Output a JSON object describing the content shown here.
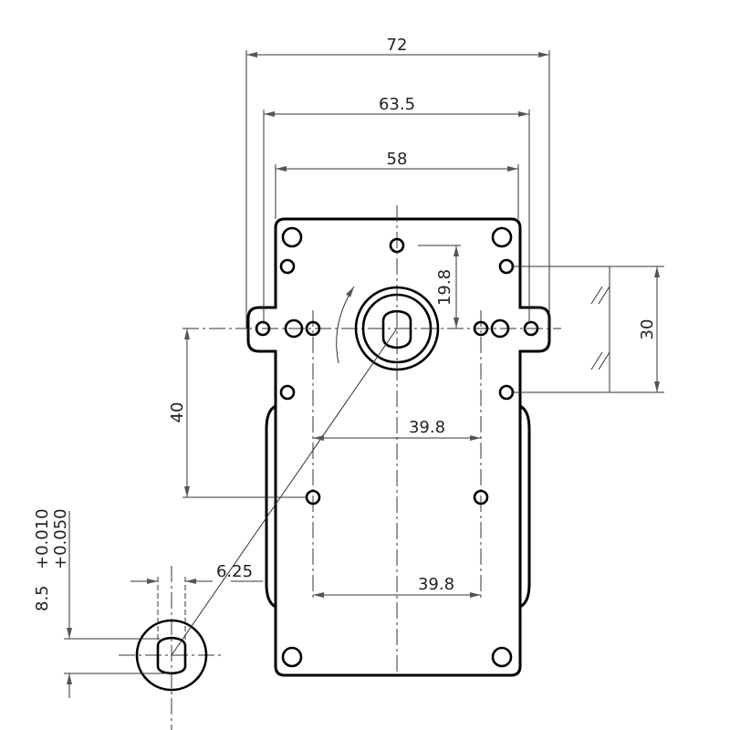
{
  "drawing": {
    "dimensions": {
      "overall_width": "72",
      "ear_hole_spacing": "63.5",
      "body_width": "58",
      "top_hole_offset": "19.8",
      "side_hole_spacing": "30",
      "vertical_hole_spacing": "40",
      "hole_spacing_upper": "39.8",
      "hole_spacing_lower": "39.8",
      "shaft_flat_width": "6.25",
      "shaft_diameter": "8.5",
      "shaft_tol_upper": "+0.010",
      "shaft_tol_lower": "+0.050"
    },
    "colors": {
      "line": "#000000"
    }
  }
}
